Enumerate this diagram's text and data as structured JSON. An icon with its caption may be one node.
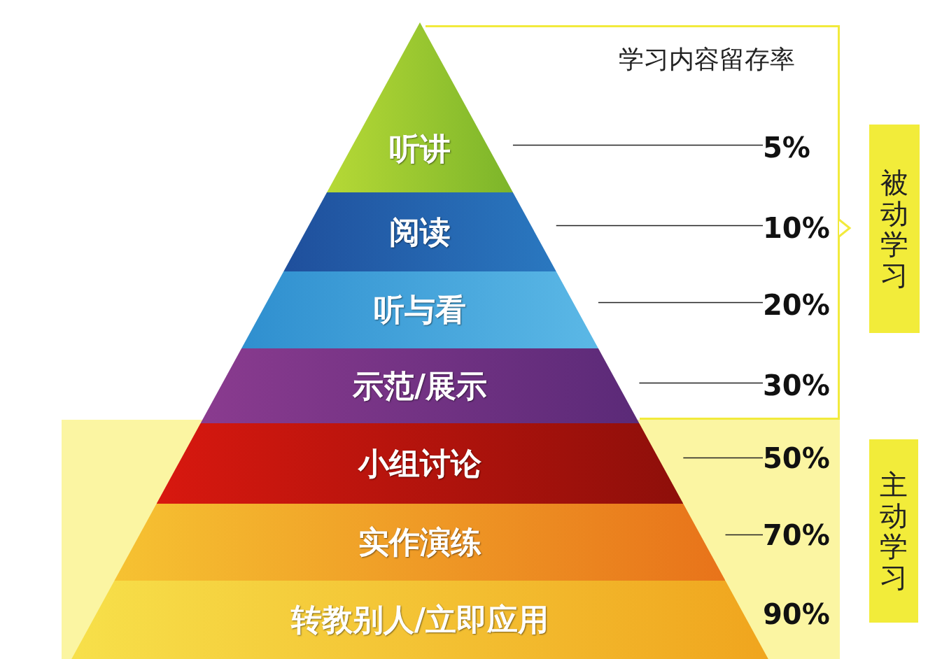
{
  "diagram": {
    "nodes": [
      {
        "text": [
          "听讲"
        ]
      },
      {
        "text": [
          "阅读"
        ]
      },
      {
        "text": [
          "听与看"
        ]
      },
      {
        "text": [
          "示范/展示"
        ]
      },
      {
        "text": [
          "小组讨论"
        ],
        "in": 16
      },
      {
        "text": [
          "实作演练"
        ],
        "in": 16
      },
      {
        "text": [
          "转教别人/立即应用"
        ],
        "in": 16
      },
      {
        "text": [
          "5%"
        ],
        "in": 14
      },
      {
        "text": [
          "10%"
        ],
        "in": 14
      },
      {
        "text": [
          "20%"
        ],
        "in": 14
      },
      {
        "text": [
          "30%"
        ],
        "in": 14
      },
      {
        "text": [
          "50%"
        ],
        "in": 16
      },
      {
        "text": [
          "70%"
        ],
        "in": 16
      },
      {
        "text": [
          "90%"
        ],
        "in": 16
      },
      {
        "text": [
          "学习内容留存率"
        ]
      },
      {
        "text": [
          "被动学习"
        ]
      },
      {
        "text": [],
        "shape": "box"
      },
      {
        "text": [
          "主动学习"
        ]
      }
    ],
    "edges": [
      {
        "from": 0,
        "to": 7,
        "arrow": "none"
      },
      {
        "from": 1,
        "to": 8,
        "arrow": "none"
      },
      {
        "from": 2,
        "to": 9,
        "arrow": "none"
      },
      {
        "from": 3,
        "to": 10,
        "arrow": "none"
      },
      {
        "from": 4,
        "to": 11,
        "arrow": "none"
      },
      {
        "from": 5,
        "to": 12,
        "arrow": "none"
      }
    ]
  }
}
